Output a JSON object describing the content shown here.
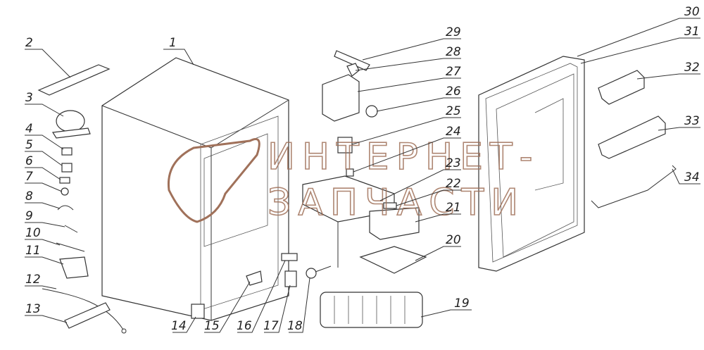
{
  "diagram": {
    "labels": {
      "p1": "1",
      "p2": "2",
      "p3": "3",
      "p4": "4",
      "p5": "5",
      "p6": "6",
      "p7": "7",
      "p8": "8",
      "p9": "9",
      "p10": "10",
      "p11": "11",
      "p12": "12",
      "p13": "13",
      "p14": "14",
      "p15": "15",
      "p16": "16",
      "p17": "17",
      "p18": "18",
      "p19": "19",
      "p20": "20",
      "p21": "21",
      "p22": "22",
      "p23": "23",
      "p24": "24",
      "p25": "25",
      "p26": "26",
      "p27": "27",
      "p28": "28",
      "p29": "29",
      "p30": "30",
      "p31": "31",
      "p32": "32",
      "p33": "33",
      "p34": "34"
    },
    "watermark": {
      "line1": "ИНТЕРНЕТ-",
      "line2": "ЗАПЧАСТИ",
      "color": "#a0715a"
    }
  }
}
